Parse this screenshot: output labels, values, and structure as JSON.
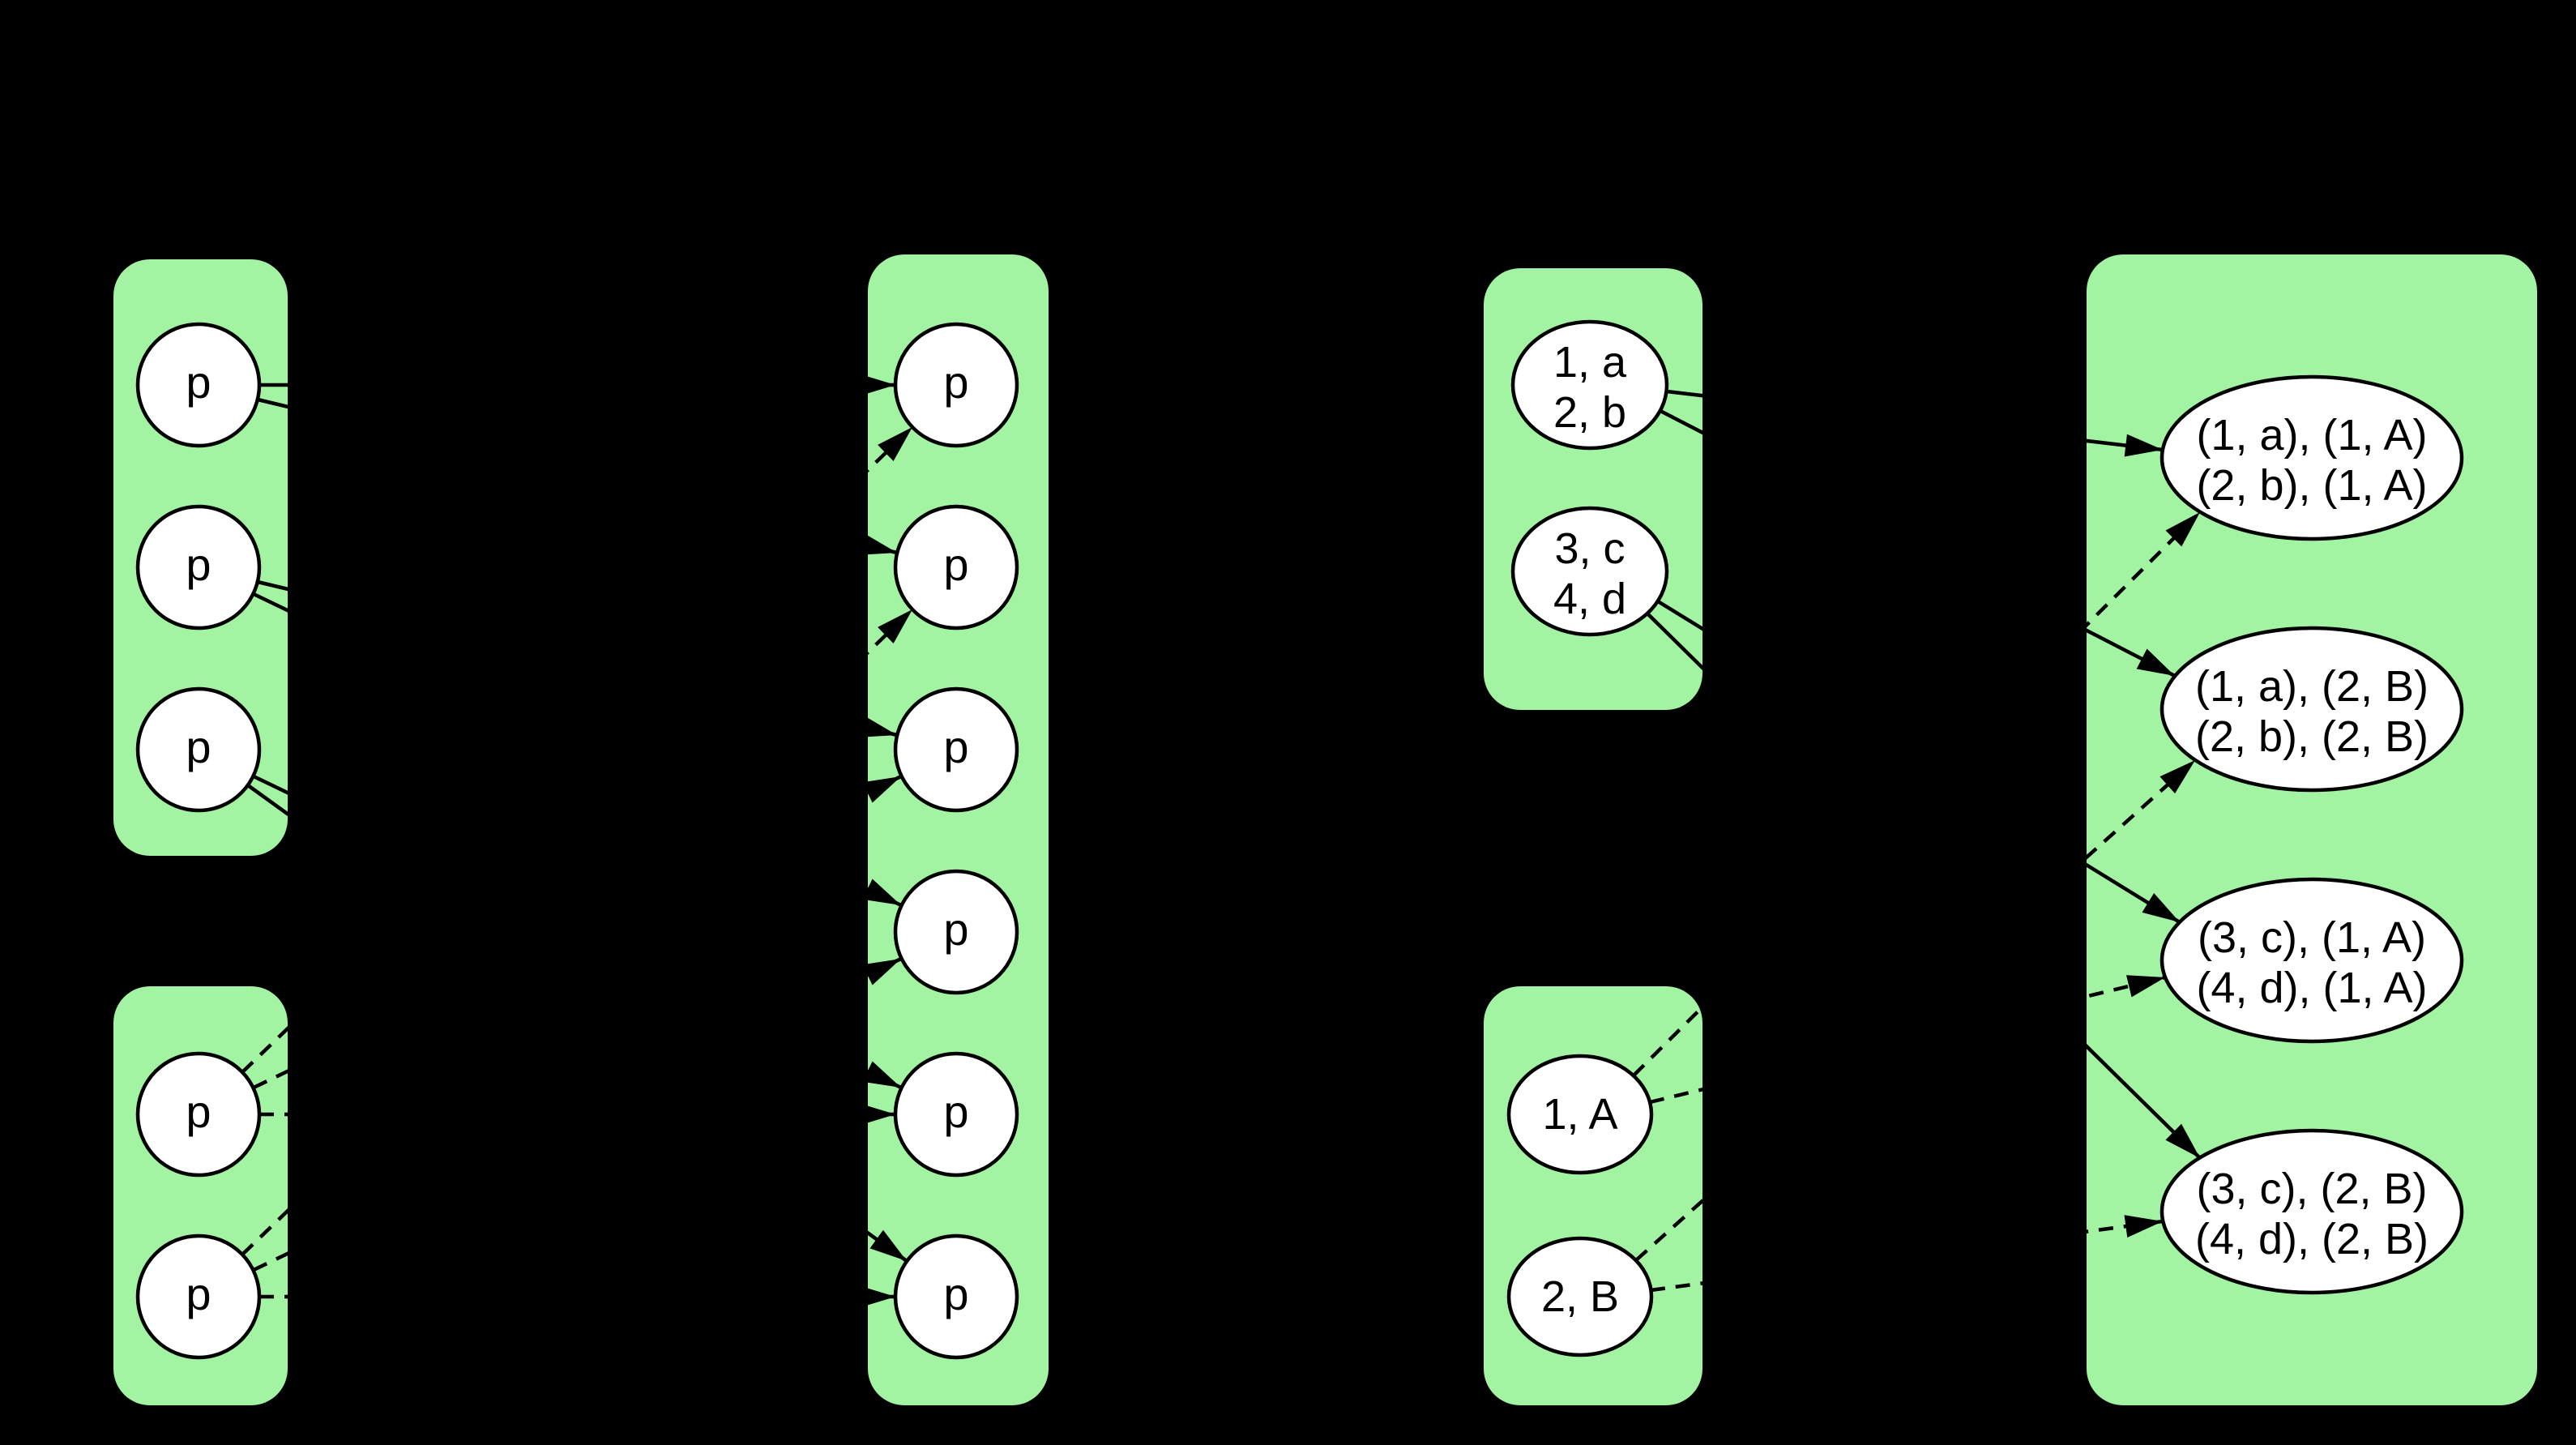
{
  "colors": {
    "background": "#000000",
    "box_fill": "#A2F3A2",
    "node_fill": "#FFFFFF",
    "edge_color": "#000000"
  },
  "left_diagram": {
    "rdd_a_partitions": [
      "p",
      "p",
      "p"
    ],
    "rdd_b_partitions": [
      "p",
      "p"
    ],
    "result_partitions": [
      "p",
      "p",
      "p",
      "p",
      "p",
      "p"
    ]
  },
  "right_diagram": {
    "rdd_a_data": [
      {
        "line1": "1, a",
        "line2": "2, b"
      },
      {
        "line1": "3, c",
        "line2": "4, d"
      }
    ],
    "rdd_b_data": [
      "1, A",
      "2, B"
    ],
    "result_data": [
      {
        "line1": "(1, a), (1, A)",
        "line2": "(2, b), (1, A)"
      },
      {
        "line1": "(1, a), (2, B)",
        "line2": "(2, b), (2, B)"
      },
      {
        "line1": "(3, c), (1, A)",
        "line2": "(4, d), (1, A)"
      },
      {
        "line1": "(3, c), (2, B)",
        "line2": "(4, d), (2, B)"
      }
    ]
  }
}
